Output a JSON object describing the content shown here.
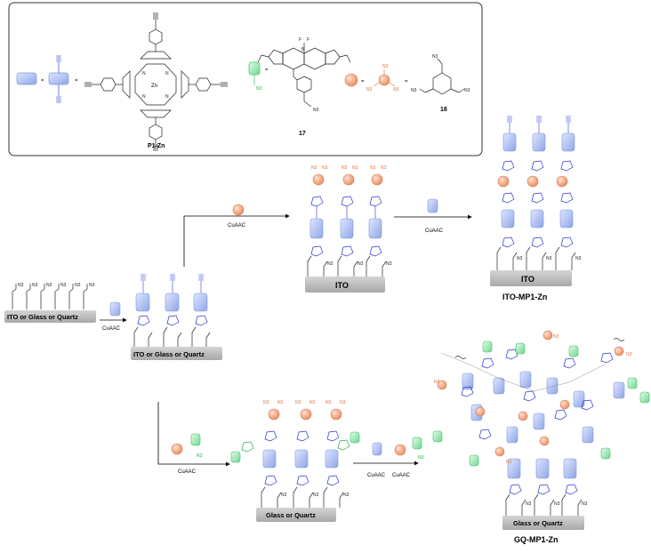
{
  "legend": {
    "equals": "=",
    "porphyrin_label": "P1-Zn",
    "porphyrin_metal": "Zn",
    "bodipy_label": "17",
    "bodipy_boron": "B",
    "bodipy_fluorine": "F",
    "bodipy_azide": "N3",
    "triazide_label": "18",
    "triazide_azide": "N3"
  },
  "reagents": {
    "cuaac": "CuAAC"
  },
  "substrates": {
    "start": "ITO or Glass or Quartz",
    "ito": "ITO",
    "glass": "Glass or Quartz"
  },
  "products": {
    "ito_product": "ITO-MP1-Zn",
    "glass_product": "GQ-MP1-Zn"
  },
  "colors": {
    "porphyrin_block": "#aec0f0",
    "bodipy_block": "#9fe8b4",
    "azide_sphere": "#f4a07a",
    "substrate": "#bdbdbd",
    "azide_text": "#e0703a",
    "triazole_text": "#2838c8",
    "bodipy_text": "#22b04a"
  }
}
